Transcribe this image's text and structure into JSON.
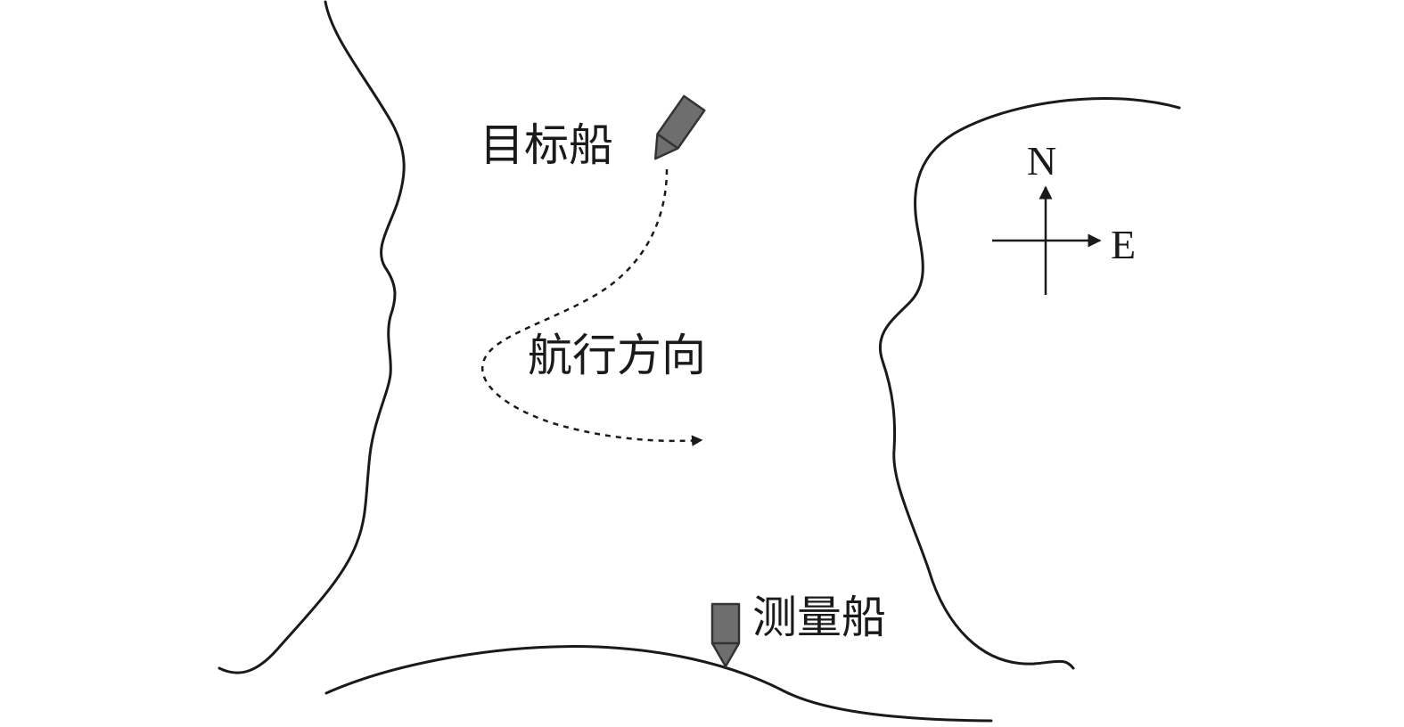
{
  "labels": {
    "target_ship": "目标船",
    "survey_ship": "测量船",
    "heading": "航行方向"
  },
  "compass": {
    "north": "N",
    "east": "E"
  },
  "colors": {
    "ship_fill": "#6e6e6e",
    "ship_stroke": "#333333",
    "line": "#1a1a1a",
    "background": "#ffffff"
  }
}
